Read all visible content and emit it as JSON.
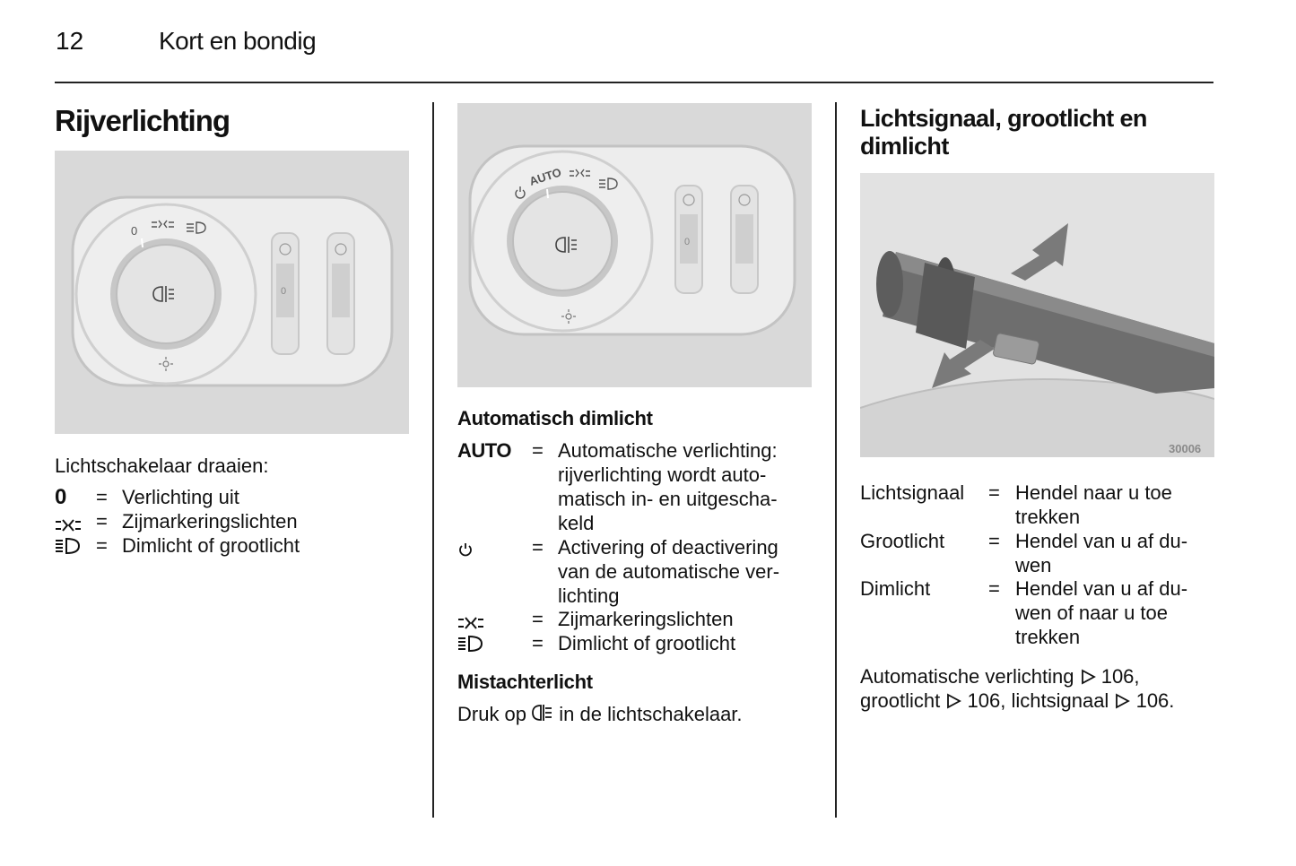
{
  "header": {
    "page_number": "12",
    "chapter_title": "Kort en bondig"
  },
  "col1": {
    "title": "Rijverlichting",
    "intro": "Lichtschakelaar draaien:",
    "items": [
      {
        "symbol": "0",
        "icon": "off-icon",
        "eq": "=",
        "text": "Verlichting uit"
      },
      {
        "symbol": "",
        "icon": "side-marker-lights-icon",
        "eq": "=",
        "text": "Zijmarkeringslichten"
      },
      {
        "symbol": "",
        "icon": "dipped-beam-icon",
        "eq": "=",
        "text": "Dimlicht of grootlicht"
      }
    ],
    "figure_labels": {
      "switch_off": "0",
      "wheel_zero": "0"
    }
  },
  "col2": {
    "figure_labels": {
      "auto": "AUTO",
      "wheel_zero": "0"
    },
    "section1_title": "Automatisch dimlicht",
    "items": [
      {
        "symbol": "AUTO",
        "icon": "",
        "eq": "=",
        "lines": [
          "Automatische verlichting:",
          "rijverlichting wordt auto-",
          "matisch in- en uitgescha-",
          "keld"
        ]
      },
      {
        "symbol": "",
        "icon": "power-icon",
        "eq": "=",
        "lines": [
          "Activering of deactivering",
          "van de automatische ver-",
          "lichting"
        ]
      },
      {
        "symbol": "",
        "icon": "side-marker-lights-icon",
        "eq": "=",
        "lines": [
          "Zijmarkeringslichten"
        ]
      },
      {
        "symbol": "",
        "icon": "dipped-beam-icon",
        "eq": "=",
        "lines": [
          "Dimlicht of grootlicht"
        ]
      }
    ],
    "section2_title": "Mistachterlicht",
    "section2_before": "Druk op",
    "section2_after": "in de lichtschakelaar."
  },
  "col3": {
    "title_lines": [
      "Lichtsignaal, grootlicht en",
      "dimlicht"
    ],
    "figure_number": "30006",
    "items": [
      {
        "term": "Lichtsignaal",
        "eq": "=",
        "lines": [
          "Hendel naar u toe",
          "trekken"
        ]
      },
      {
        "term": "Grootlicht",
        "eq": "=",
        "lines": [
          "Hendel van u af du-",
          "wen"
        ]
      },
      {
        "term": "Dimlicht",
        "eq": "=",
        "lines": [
          "Hendel van u af du-",
          "wen of naar u toe",
          "trekken"
        ]
      }
    ],
    "refs": {
      "auto_label": "Automatische verlichting",
      "auto_page": "106,",
      "high_label": "grootlicht",
      "high_page": "106,",
      "flash_label": "lichtsignaal",
      "flash_page": "106."
    }
  }
}
